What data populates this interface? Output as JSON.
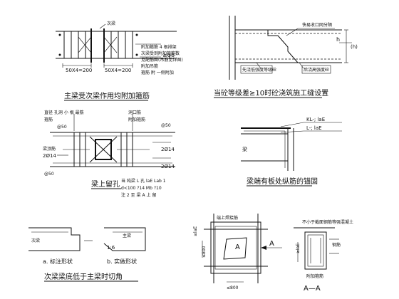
{
  "panel1": {
    "caption": "主梁受次梁作用均附加箍筋",
    "label_secondary_beam": "次梁",
    "label_hanger": "附加箍筋 4 根排架",
    "label_dia": "≥φ8",
    "label_note1": "次梁受到附加箍筋数",
    "label_note2": "见配筋图(吊筋见详图)",
    "label_note3": "附加吊筋",
    "label_note4": "箍筋 附 一侧附加",
    "dim_left": "50X4=200",
    "dim_right": "50X4=200"
  },
  "panel2": {
    "caption": "当砼等级差≥10时砼浇筑施工缝设置",
    "label_top": "快易收口网分隔",
    "label_h": "h",
    "label_h_paren": "(h)",
    "label_low": "先浇低强度等级砼",
    "label_high": "后浇高强度砼"
  },
  "panel3": {
    "caption": "梁上留孔",
    "label_top": "直径 孔洞 小 根 最筋",
    "label_mid": "箍筋",
    "label_size": "@50",
    "label_beam": "洞口筋",
    "label_right_top": "附加箍筋",
    "label_right_mid": "@50",
    "label_left": "梁顶筋",
    "label_left_bar": "2Ø14",
    "label_r1": "2Ø14",
    "label_r2": "2Ø14",
    "label_bottom": "@50",
    "note1": "当 纯梁 L 孔 laE Lab 1",
    "note2": "d<100 ?14 Mb ?10",
    "note3": "注 2 至 梁 A 上 留"
  },
  "panel4": {
    "caption": "梁端有板处纵筋的锚固",
    "label_kl": "KL-; laE",
    "label_l": "L-; laE",
    "label_beam": "梁"
  },
  "panel5": {
    "caption": "次梁梁底低于主梁时切角",
    "label_sec_a": "次梁",
    "label_main_b": "主梁",
    "label_ratio": "1:6",
    "label_a": "a. 标注形状",
    "label_b": "b. 实做形状"
  },
  "panel6": {
    "label_top": "端上焊接筋",
    "label_a": "A",
    "label_dim_v": "≤800",
    "label_dim_h": "≤800",
    "label_lae": "≥laE"
  },
  "panel7": {
    "label_top": "不小于截面钢筋等强混凝土",
    "label_lae": "≥laE",
    "label_note": "附加箍筋",
    "label_side": "钢筋",
    "label_section": "A—A"
  },
  "colors": {
    "ink": "#111111",
    "paper": "#ffffff"
  }
}
